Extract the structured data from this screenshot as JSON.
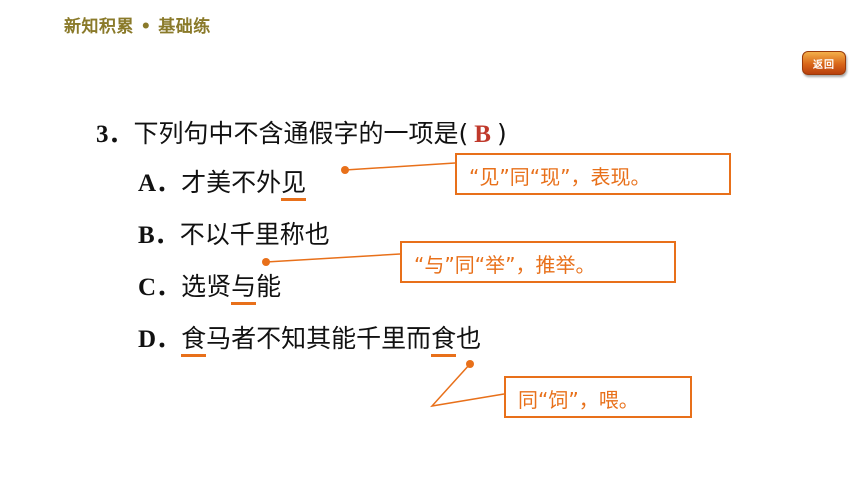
{
  "header": {
    "title": "新知积累 • 基础练"
  },
  "back_button": {
    "label": "返回"
  },
  "question": {
    "number": "3．",
    "text": "下列句中不含通假字的一项是(",
    "answer": "B",
    "close": ")"
  },
  "options": [
    {
      "letter": "A．",
      "pre": "才美不外",
      "mark": "见",
      "post": ""
    },
    {
      "letter": "B．",
      "text": "不以千里称也"
    },
    {
      "letter": "C．",
      "pre": "选贤",
      "mark": "与",
      "post": "能"
    },
    {
      "letter": "D．",
      "mark1": "食",
      "mid": "马者不知其能千里而",
      "mark2": "食",
      "post": "也"
    }
  ],
  "notes": [
    {
      "text": "“见”同“现”，表现。"
    },
    {
      "text": "“与”同“举”，推举。"
    },
    {
      "text": "同“饲”，喂。"
    }
  ],
  "colors": {
    "accent": "#e8701a",
    "answer": "#c0392b",
    "header": "#8a7a2a"
  }
}
